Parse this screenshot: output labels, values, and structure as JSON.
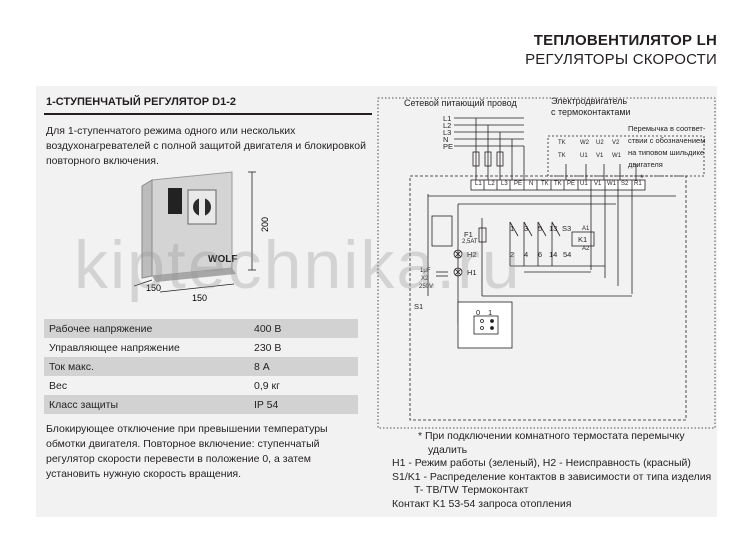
{
  "header": {
    "line1": "ТЕПЛОВЕНТИЛЯТОР LH",
    "line2": "РЕГУЛЯТОРЫ СКОРОСТИ"
  },
  "section": {
    "title": "1-СТУПЕНЧАТЫЙ РЕГУЛЯТОР D1-2",
    "description": "Для 1-ступенчатого режима одного или нескольких воздухонагревателей с полной защитой двигателя и блокировкой повторного включения."
  },
  "device": {
    "brand": "WOLF",
    "dim_height": "200",
    "dim_width": "150",
    "dim_depth": "150"
  },
  "specs": [
    {
      "label": "Рабочее напряжение",
      "value": "400 В"
    },
    {
      "label": "Управляющее напряжение",
      "value": "230 В"
    },
    {
      "label": "Ток макс.",
      "value": "8 А"
    },
    {
      "label": "Вес",
      "value": "0,9 кг"
    },
    {
      "label": "Класс защиты",
      "value": "IP 54"
    }
  ],
  "note": "Блокирующее отключение при превышении температуры обмотки двигателя. Повторное включение: ступенчатый регулятор скорости перевести в положение 0, а затем установить нужную скорость вращения.",
  "watermark": "kiptechnika.ru",
  "diagram": {
    "supply_label": "Сетевой питающий провод",
    "motor_label_1": "Электродвигатель",
    "motor_label_2": "с термоконтактами",
    "jumper_note": [
      "Перемычка в соответ-",
      "ствии с обозначением",
      "на типовом шильдике",
      "двигателя"
    ],
    "lines": [
      "L1",
      "L2",
      "L3",
      "N",
      "PE"
    ],
    "terminals": [
      "L1",
      "L2",
      "L3",
      "PE",
      "N",
      "TK",
      "TK",
      "PE",
      "U1",
      "V1",
      "W1",
      "S2",
      "R1"
    ],
    "motor_terms": [
      "TK",
      "W2",
      "U2",
      "V2",
      "TK",
      "U1",
      "V1",
      "W1"
    ],
    "fuse_label": "F1",
    "fuse_rating": "2,5AT",
    "switch_top": [
      "1",
      "3",
      "5",
      "13",
      "S3"
    ],
    "switch_bottom": [
      "2",
      "4",
      "6",
      "14",
      "54"
    ],
    "relay": [
      "A1",
      "K1",
      "A2"
    ],
    "lamps": [
      "H2",
      "H1"
    ],
    "cap": [
      "1μF",
      "X2",
      "250V"
    ],
    "selector": [
      "S1",
      "0",
      "1"
    ],
    "star": "*"
  },
  "legend": [
    "* При подключении комнатного термостата перемычку",
    "удалить",
    "H1 - Режим работы (зеленый), H2 - Неисправность (красный)",
    "S1/K1 - Распределение контактов в зависимости от типа изделия",
    "T- TB/TW Термоконтакт",
    "Контакт K1 53-54 запроса отопления"
  ]
}
